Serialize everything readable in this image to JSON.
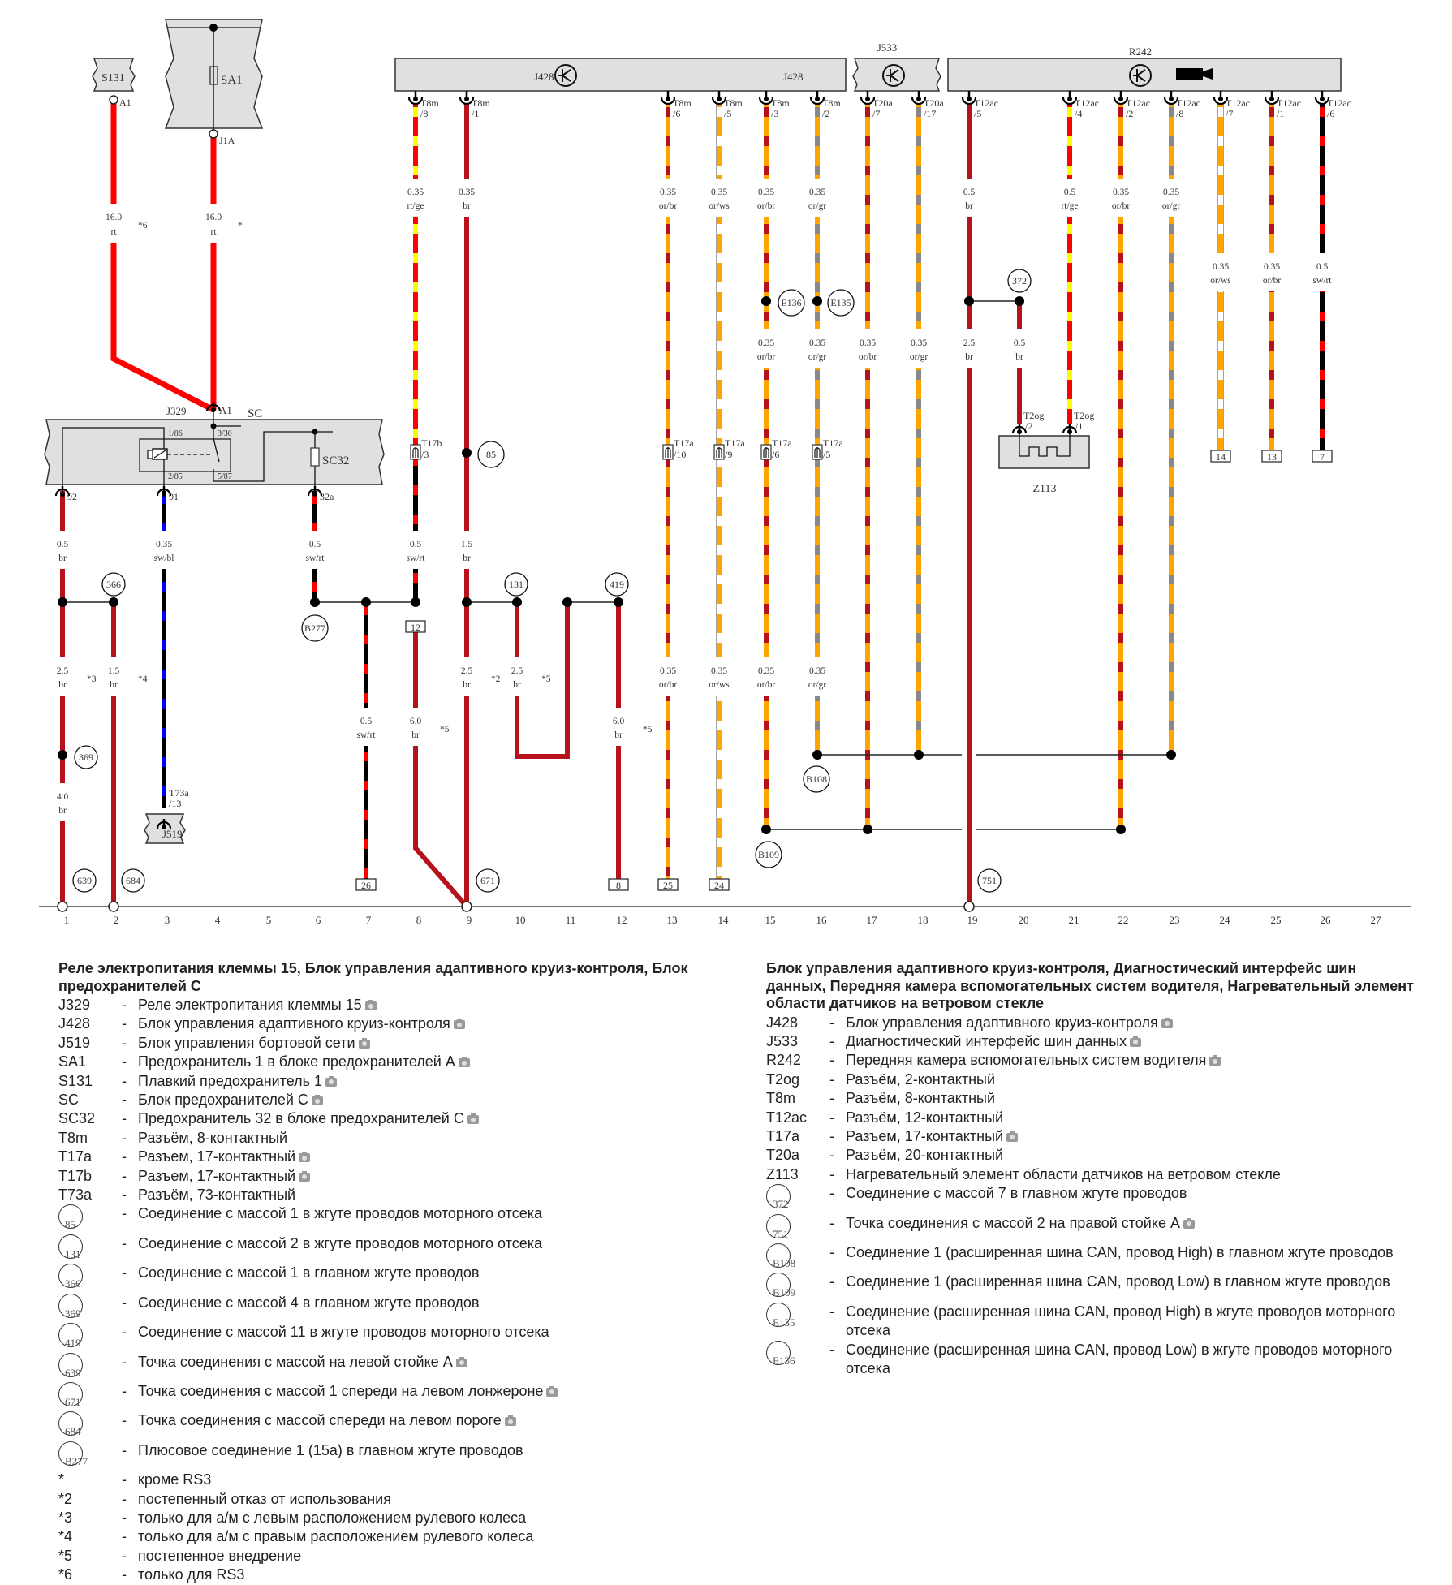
{
  "colors": {
    "rt": "#ff0000",
    "br": "#b5121b",
    "ge": "#ffff00",
    "or": "#ffa500",
    "ws": "#ffffff",
    "gr": "#888888",
    "sw": "#000000",
    "bl": "#0000ff",
    "box_fill": "#e0e0e0"
  },
  "components": {
    "S131": "S131",
    "SA1": "SA1",
    "J1A": "J1A",
    "A1_top": "A1",
    "J428_a": "J428",
    "J428_b": "J428",
    "J533": "J533",
    "R242": "R242",
    "J329": "J329",
    "SC": "SC",
    "A1": "A1",
    "SC32": "SC32",
    "pin_186": "1/86",
    "pin_330": "3/30",
    "pin_285": "2/85",
    "pin_587": "5/87",
    "pin_92": "92",
    "pin_91": "91",
    "pin_32a": "32a",
    "Z113": "Z113",
    "J519": "J519",
    "T73a": "T73a",
    "T73a_pin": "/13"
  },
  "ruler": [
    "1",
    "2",
    "3",
    "4",
    "5",
    "6",
    "7",
    "8",
    "9",
    "10",
    "11",
    "12",
    "13",
    "14",
    "15",
    "16",
    "17",
    "18",
    "19",
    "20",
    "21",
    "22",
    "23",
    "24",
    "25",
    "26",
    "27"
  ],
  "connectors_top": [
    {
      "col": 8,
      "name": "T8m",
      "pin": "/8"
    },
    {
      "col": 9,
      "name": "T8m",
      "pin": "/1"
    },
    {
      "col": 13,
      "name": "T8m",
      "pin": "/6"
    },
    {
      "col": 14,
      "name": "T8m",
      "pin": "/5"
    },
    {
      "col": 15,
      "name": "T8m",
      "pin": "/3"
    },
    {
      "col": 16,
      "name": "T8m",
      "pin": "/2"
    },
    {
      "col": 17,
      "name": "T20a",
      "pin": "/7"
    },
    {
      "col": 18,
      "name": "T20a",
      "pin": "/17"
    },
    {
      "col": 19,
      "name": "T12ac",
      "pin": "/5"
    },
    {
      "col": 21,
      "name": "T12ac",
      "pin": "/4"
    },
    {
      "col": 22,
      "name": "T12ac",
      "pin": "/2"
    },
    {
      "col": 23,
      "name": "T12ac",
      "pin": "/8"
    },
    {
      "col": 24,
      "name": "T12ac",
      "pin": "/7"
    },
    {
      "col": 25,
      "name": "T12ac",
      "pin": "/1"
    },
    {
      "col": 26,
      "name": "T12ac",
      "pin": "/6"
    }
  ],
  "inline_connectors": [
    {
      "col": 8,
      "name": "T17b",
      "pin": "/3"
    },
    {
      "col": 13,
      "name": "T17a",
      "pin": "/10"
    },
    {
      "col": 14,
      "name": "T17a",
      "pin": "/9"
    },
    {
      "col": 15,
      "name": "T17a",
      "pin": "/6"
    },
    {
      "col": 16,
      "name": "T17a",
      "pin": "/5"
    }
  ],
  "z113_pins": [
    {
      "name": "T2og",
      "pin": "/2"
    },
    {
      "name": "T2og",
      "pin": "/1"
    }
  ],
  "wire_labels": [
    {
      "col": 2,
      "level": "a",
      "size": "16.0",
      "color": "rt",
      "note": "*6"
    },
    {
      "col": 4,
      "level": "a",
      "size": "16.0",
      "color": "rt",
      "note": "*"
    },
    {
      "col": 8,
      "level": "b",
      "size": "0.35",
      "color": "rt/ge"
    },
    {
      "col": 9,
      "level": "b",
      "size": "0.35",
      "color": "br"
    },
    {
      "col": 13,
      "level": "b",
      "size": "0.35",
      "color": "or/br"
    },
    {
      "col": 14,
      "level": "b",
      "size": "0.35",
      "color": "or/ws"
    },
    {
      "col": 15,
      "level": "b",
      "size": "0.35",
      "color": "or/br"
    },
    {
      "col": 16,
      "level": "b",
      "size": "0.35",
      "color": "or/gr"
    },
    {
      "col": 19,
      "level": "b",
      "size": "0.5",
      "color": "br"
    },
    {
      "col": 21,
      "level": "b",
      "size": "0.5",
      "color": "rt/ge"
    },
    {
      "col": 22,
      "level": "b",
      "size": "0.35",
      "color": "or/br"
    },
    {
      "col": 23,
      "level": "b",
      "size": "0.35",
      "color": "or/gr"
    },
    {
      "col": 24,
      "level": "c",
      "size": "0.35",
      "color": "or/ws"
    },
    {
      "col": 25,
      "level": "c",
      "size": "0.35",
      "color": "or/br"
    },
    {
      "col": 26,
      "level": "c",
      "size": "0.5",
      "color": "sw/rt"
    },
    {
      "col": 15,
      "level": "d",
      "size": "0.35",
      "color": "or/br"
    },
    {
      "col": 16,
      "level": "d",
      "size": "0.35",
      "color": "or/gr"
    },
    {
      "col": 17,
      "level": "d",
      "size": "0.35",
      "color": "or/br"
    },
    {
      "col": 18,
      "level": "d",
      "size": "0.35",
      "color": "or/gr"
    },
    {
      "col": 19,
      "level": "d",
      "size": "2.5",
      "color": "br"
    },
    {
      "col": 20,
      "level": "d",
      "size": "0.5",
      "color": "br"
    },
    {
      "col": 1,
      "level": "e",
      "size": "0.5",
      "color": "br"
    },
    {
      "col": 3,
      "level": "e",
      "size": "0.35",
      "color": "sw/bl"
    },
    {
      "col": 6,
      "level": "e",
      "size": "0.5",
      "color": "sw/rt"
    },
    {
      "col": 8,
      "level": "e",
      "size": "0.5",
      "color": "sw/rt"
    },
    {
      "col": 9,
      "level": "e",
      "size": "1.5",
      "color": "br"
    },
    {
      "col": 1,
      "level": "f",
      "size": "2.5",
      "color": "br",
      "note": "*3"
    },
    {
      "col": 2,
      "level": "f",
      "size": "1.5",
      "color": "br",
      "note": "*4"
    },
    {
      "col": 9,
      "level": "f",
      "size": "2.5",
      "color": "br",
      "note": "*2"
    },
    {
      "col": 10,
      "level": "f",
      "size": "2.5",
      "color": "br",
      "note": "*5"
    },
    {
      "col": 13,
      "level": "f",
      "size": "0.35",
      "color": "or/br"
    },
    {
      "col": 14,
      "level": "f",
      "size": "0.35",
      "color": "or/ws"
    },
    {
      "col": 15,
      "level": "f",
      "size": "0.35",
      "color": "or/br"
    },
    {
      "col": 16,
      "level": "f",
      "size": "0.35",
      "color": "or/gr"
    },
    {
      "col": 7,
      "level": "g",
      "size": "0.5",
      "color": "sw/rt"
    },
    {
      "col": 8,
      "level": "g",
      "size": "6.0",
      "color": "br",
      "note": "*5"
    },
    {
      "col": 12,
      "level": "g",
      "size": "6.0",
      "color": "br",
      "note": "*5"
    },
    {
      "col": 1,
      "level": "h",
      "size": "4.0",
      "color": "br"
    }
  ],
  "ground_points": [
    "85",
    "131",
    "366",
    "369",
    "372",
    "419",
    "639",
    "671",
    "684",
    "751",
    "B108",
    "B109",
    "B277",
    "E135",
    "E136"
  ],
  "terminal_boxes": [
    {
      "col": 8,
      "label": "12"
    },
    {
      "col": 7,
      "label": "26"
    },
    {
      "col": 12,
      "label": "8"
    },
    {
      "col": 13,
      "label": "25"
    },
    {
      "col": 14,
      "label": "24"
    },
    {
      "col": 24,
      "label": "14"
    },
    {
      "col": 25,
      "label": "13"
    },
    {
      "col": 26,
      "label": "7"
    }
  ],
  "legend_left": {
    "title": "Реле электропитания клеммы 15, Блок управления адаптивного круиз-контроля, Блок предохранителей C",
    "items": [
      {
        "code": "J329",
        "desc": "Реле электропитания клеммы 15",
        "cam": true
      },
      {
        "code": "J428",
        "desc": "Блок управления адаптивного круиз-контроля",
        "cam": true
      },
      {
        "code": "J519",
        "desc": "Блок управления бортовой сети",
        "cam": true
      },
      {
        "code": "SA1",
        "desc": "Предохранитель 1 в блоке предохранителей A",
        "cam": true
      },
      {
        "code": "S131",
        "desc": "Плавкий предохранитель 1",
        "cam": true
      },
      {
        "code": "SC",
        "desc": "Блок предохранителей C",
        "cam": true
      },
      {
        "code": "SC32",
        "desc": "Предохранитель 32 в блоке предохранителей C",
        "cam": true
      },
      {
        "code": "T8m",
        "desc": "Разъём, 8-контактный",
        "cam": false
      },
      {
        "code": "T17a",
        "desc": "Разъем, 17-контактный",
        "cam": true
      },
      {
        "code": "T17b",
        "desc": "Разъем, 17-контактный",
        "cam": true
      },
      {
        "code": "T73a",
        "desc": "Разъём, 73-контактный",
        "cam": false
      }
    ],
    "grounds": [
      {
        "code": "85",
        "desc": "Соединение с массой 1 в жгуте проводов моторного отсека",
        "cam": false
      },
      {
        "code": "131",
        "desc": "Соединение с массой 2 в жгуте проводов моторного отсека",
        "cam": false
      },
      {
        "code": "366",
        "desc": "Соединение с массой 1 в главном жгуте проводов",
        "cam": false
      },
      {
        "code": "369",
        "desc": "Соединение с массой 4 в главном жгуте проводов",
        "cam": false
      },
      {
        "code": "419",
        "desc": "Соединение с массой 11 в жгуте проводов моторного отсека",
        "cam": false
      },
      {
        "code": "639",
        "desc": "Точка соединения с массой на левой стойке A",
        "cam": true
      },
      {
        "code": "671",
        "desc": "Точка соединения с массой 1 спереди на левом лонжероне",
        "cam": true
      },
      {
        "code": "684",
        "desc": "Точка соединения с массой спереди на левом пороге",
        "cam": true
      },
      {
        "code": "B277",
        "desc": "Плюсовое соединение 1 (15a) в главном жгуте проводов",
        "cam": false
      }
    ],
    "notes": [
      {
        "code": "*",
        "desc": "кроме RS3"
      },
      {
        "code": "*2",
        "desc": "постепенный отказ от использования"
      },
      {
        "code": "*3",
        "desc": "только для а/м с левым расположением рулевого колеса"
      },
      {
        "code": "*4",
        "desc": "только для а/м с правым расположением рулевого колеса"
      },
      {
        "code": "*5",
        "desc": "постепенное внедрение"
      },
      {
        "code": "*6",
        "desc": "только для RS3"
      }
    ]
  },
  "legend_right": {
    "title": "Блок управления адаптивного круиз-контроля, Диагностический интерфейс шин данных, Передняя камера вспомогательных систем водителя, Нагревательный элемент области датчиков на ветровом стекле",
    "items": [
      {
        "code": "J428",
        "desc": "Блок управления адаптивного круиз-контроля",
        "cam": true
      },
      {
        "code": "J533",
        "desc": "Диагностический интерфейс шин данных",
        "cam": true
      },
      {
        "code": "R242",
        "desc": "Передняя камера вспомогательных систем водителя",
        "cam": true
      },
      {
        "code": "T2og",
        "desc": "Разъём, 2-контактный",
        "cam": false
      },
      {
        "code": "T8m",
        "desc": "Разъём, 8-контактный",
        "cam": false
      },
      {
        "code": "T12ac",
        "desc": "Разъём, 12-контактный",
        "cam": false
      },
      {
        "code": "T17a",
        "desc": "Разъем, 17-контактный",
        "cam": true
      },
      {
        "code": "T20a",
        "desc": "Разъём, 20-контактный",
        "cam": false
      },
      {
        "code": "Z113",
        "desc": "Нагревательный элемент области датчиков на ветровом стекле",
        "cam": false
      }
    ],
    "grounds": [
      {
        "code": "372",
        "desc": "Соединение с массой 7 в главном жгуте проводов",
        "cam": false
      },
      {
        "code": "751",
        "desc": "Точка соединения с массой 2 на правой стойке A",
        "cam": true
      },
      {
        "code": "B108",
        "desc": "Соединение 1 (расширенная шина CAN, провод High) в главном жгуте проводов",
        "cam": false
      },
      {
        "code": "B109",
        "desc": "Соединение 1 (расширенная шина CAN, провод Low) в главном жгуте проводов",
        "cam": false
      },
      {
        "code": "E135",
        "desc": "Соединение (расширенная шина CAN, провод High) в жгуте проводов моторного отсека",
        "cam": false
      },
      {
        "code": "E136",
        "desc": "Соединение (расширенная шина CAN, провод Low) в жгуте проводов моторного отсека",
        "cam": false
      }
    ]
  }
}
